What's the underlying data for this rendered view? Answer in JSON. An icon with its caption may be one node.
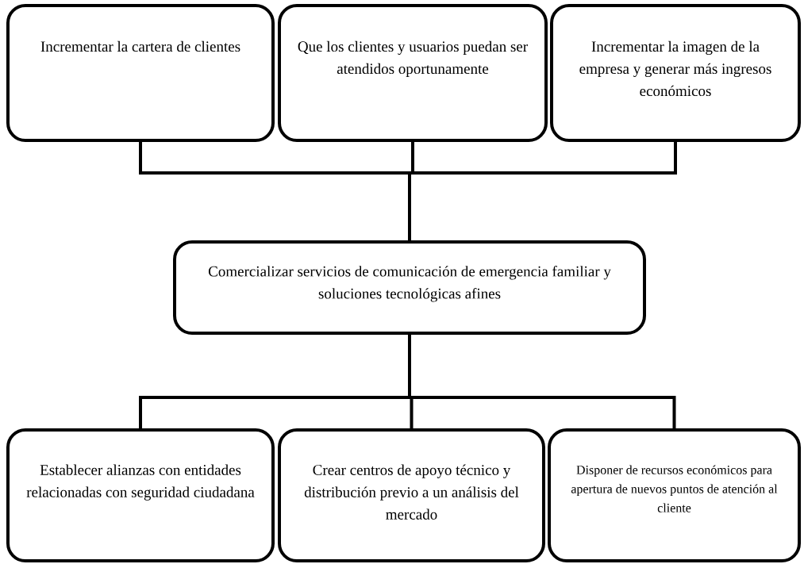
{
  "diagram": {
    "nodes": [
      {
        "text": [
          "Incrementar la cartera de clientes"
        ]
      },
      {
        "text": [
          "Que los clientes y usuarios puedan ser atendidos oportunamente"
        ]
      },
      {
        "text": [
          "Incrementar la imagen de la empresa y generar más ingresos económicos"
        ]
      },
      {
        "text": [
          "Comercializar servicios de comunicación de emergencia familiar y soluciones tecnológicas afines"
        ]
      },
      {
        "text": [
          "Establecer alianzas con entidades relacionadas con seguridad ciudadana"
        ]
      },
      {
        "text": [
          "Crear centros de apoyo técnico y distribución previo a un análisis del mercado"
        ]
      },
      {
        "text": [
          "Disponer de recursos económicos para apertura de nuevos puntos de atención al cliente"
        ]
      }
    ],
    "edges": [
      {
        "from": 3,
        "to": 0,
        "arrow": "none"
      },
      {
        "from": 3,
        "to": 1,
        "arrow": "none"
      },
      {
        "from": 3,
        "to": 2,
        "arrow": "none"
      },
      {
        "from": 3,
        "to": 4,
        "arrow": "none"
      },
      {
        "from": 3,
        "to": 5,
        "arrow": "none"
      },
      {
        "from": 3,
        "to": 6,
        "arrow": "none"
      }
    ]
  }
}
